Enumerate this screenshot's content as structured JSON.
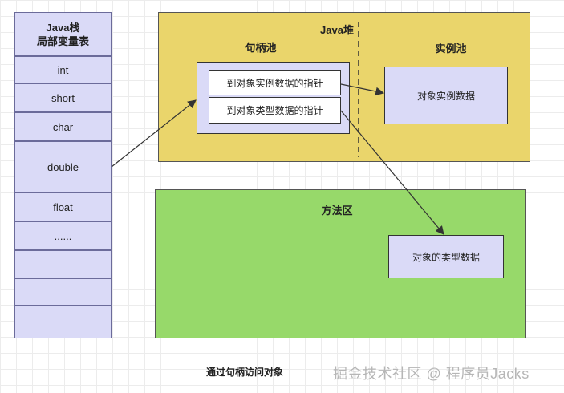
{
  "stack": {
    "title_line1": "Java栈",
    "title_line2": "局部变量表",
    "slots": [
      "int",
      "short",
      "char",
      "double",
      "float",
      "......",
      "",
      "",
      ""
    ]
  },
  "heap": {
    "title": "Java堆",
    "handle_pool": {
      "title": "句柄池",
      "instance_pointer": "到对象实例数据的指针",
      "type_pointer": "到对象类型数据的指针"
    },
    "instance_pool": {
      "title": "实例池",
      "instance_data": "对象实例数据"
    }
  },
  "method_area": {
    "title": "方法区",
    "type_data": "对象的类型数据"
  },
  "caption": "通过句柄访问对象",
  "watermark": "掘金技术社区 @ 程序员Jacks"
}
